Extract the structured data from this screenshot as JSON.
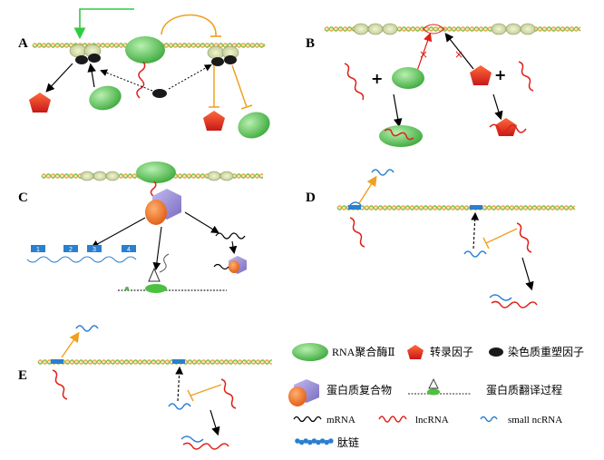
{
  "panels": {
    "a": "A",
    "b": "B",
    "c": "C",
    "d": "D",
    "e": "E"
  },
  "panel_c_boxes": [
    "1",
    "2",
    "3",
    "4"
  ],
  "legend": {
    "rna_pol": "RNA聚合酶Ⅱ",
    "tf": "转录因子",
    "chromatin_remodeler": "染色质重塑因子",
    "protein_complex": "蛋白质复合物",
    "translation": "蛋白质翻译过程",
    "mrna": "mRNA",
    "lncrna": "lncRNA",
    "small_ncrna": "small ncRNA",
    "peptide": "肽链"
  },
  "colors": {
    "dna_green": "#6bbf3a",
    "dna_orange": "#e8a33c",
    "pol_green": "#5cc05c",
    "tf_red": "#d8261c",
    "lncrna_red": "#e0201a",
    "small_blue": "#2a7fd0",
    "arrow_orange": "#f0a020",
    "arrow_green": "#2ecc40",
    "complex_purple": "#9b8fd8",
    "complex_orange": "#f07020"
  }
}
